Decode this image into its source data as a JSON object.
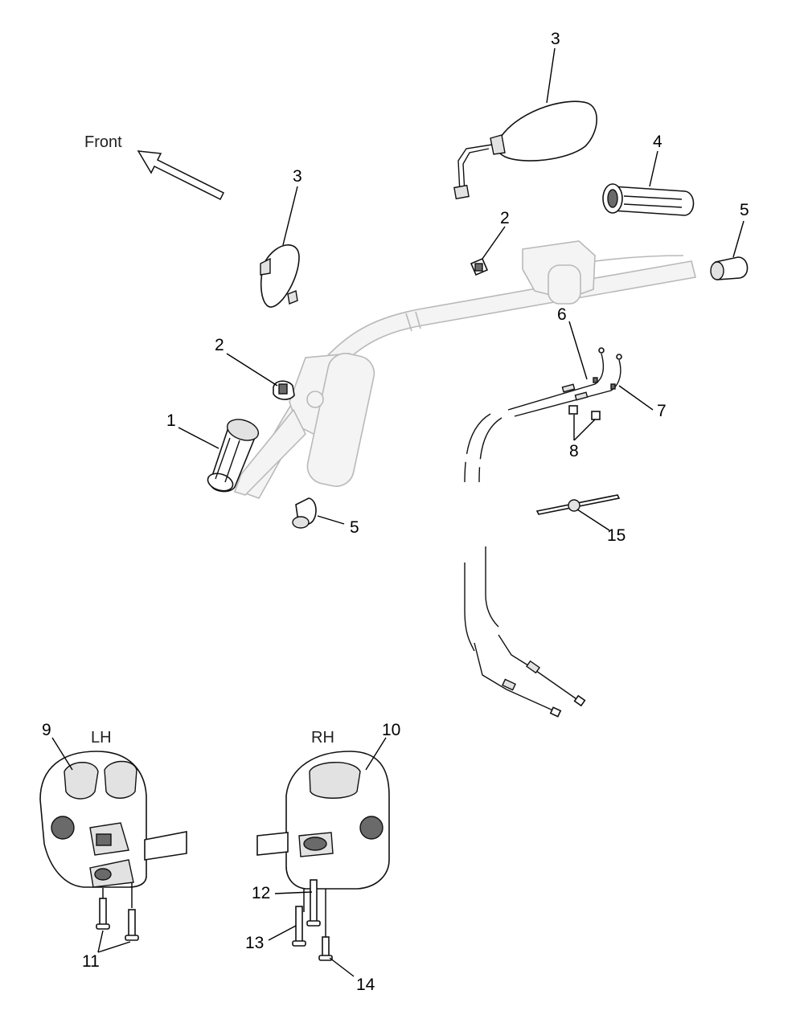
{
  "captions": {
    "front": "Front",
    "lh": "LH",
    "rh": "RH"
  },
  "callouts": {
    "grip_left": "1",
    "clamp_left": "2",
    "clamp_right": "2",
    "mirror_left": "3",
    "mirror_right": "3",
    "grip_right": "4",
    "end_weight_left": "5",
    "end_weight_right": "5",
    "cable_6": "6",
    "cable_7": "7",
    "cable_clips": "8",
    "switch_lh": "9",
    "switch_rh": "10",
    "screws_lh": "11",
    "screw_12": "12",
    "screw_13": "13",
    "screw_14": "14",
    "cable_tie": "15"
  }
}
